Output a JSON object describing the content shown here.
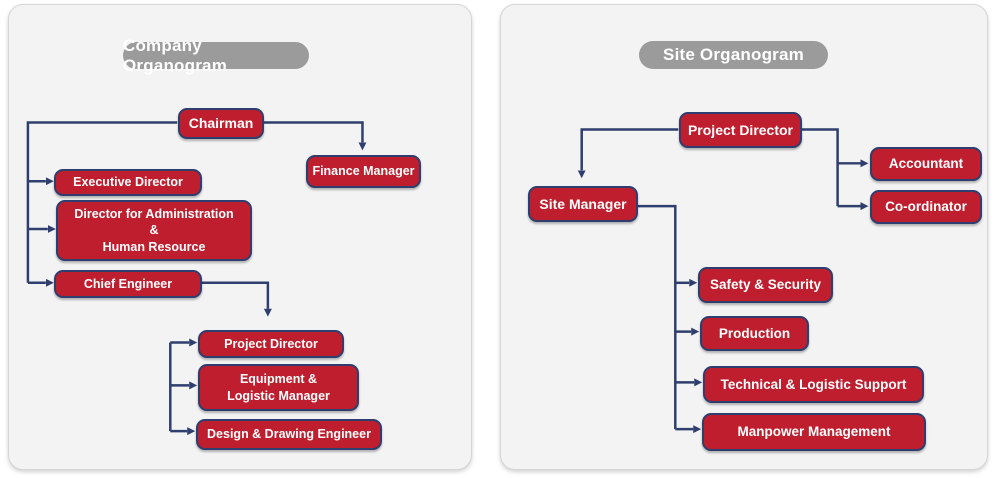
{
  "colors": {
    "node_fill": "#bf1e2e",
    "node_border": "#2e3e6e",
    "connector": "#2e3e6e",
    "title_pill_bg": "#9b9b9b",
    "title_text": "#ffffff",
    "panel_bg": "#f3f3f3"
  },
  "left_panel": {
    "title": "Company Organogram",
    "nodes": {
      "chairman": "Chairman",
      "finance_manager": "Finance Manager",
      "executive_director": "Executive Director",
      "director_admin_hr": "Director for Administration\n&\nHuman Resource",
      "chief_engineer": "Chief Engineer",
      "project_director": "Project Director",
      "equipment_logistic_manager": "Equipment &\nLogistic Manager",
      "design_drawing_engineer": "Design & Drawing Engineer"
    },
    "edges": [
      [
        "Chairman",
        "Executive Director"
      ],
      [
        "Chairman",
        "Director for Administration & Human Resource"
      ],
      [
        "Chairman",
        "Chief Engineer"
      ],
      [
        "Chairman",
        "Finance Manager"
      ],
      [
        "Chief Engineer",
        "Project Director"
      ],
      [
        "Project Director group",
        "Project Director"
      ],
      [
        "Project Director group",
        "Equipment & Logistic Manager"
      ],
      [
        "Project Director group",
        "Design & Drawing Engineer"
      ]
    ]
  },
  "right_panel": {
    "title": "Site Organogram",
    "nodes": {
      "project_director": "Project Director",
      "site_manager": "Site Manager",
      "accountant": "Accountant",
      "coordinator": "Co-ordinator",
      "safety_security": "Safety & Security",
      "production": "Production",
      "technical_logistic_support": "Technical & Logistic Support",
      "manpower_management": "Manpower Management"
    },
    "edges": [
      [
        "Project Director",
        "Site Manager"
      ],
      [
        "Project Director",
        "Accountant"
      ],
      [
        "Project Director",
        "Co-ordinator"
      ],
      [
        "Site Manager",
        "Safety & Security"
      ],
      [
        "Site Manager",
        "Production"
      ],
      [
        "Site Manager",
        "Technical & Logistic Support"
      ],
      [
        "Site Manager",
        "Manpower Management"
      ]
    ]
  }
}
